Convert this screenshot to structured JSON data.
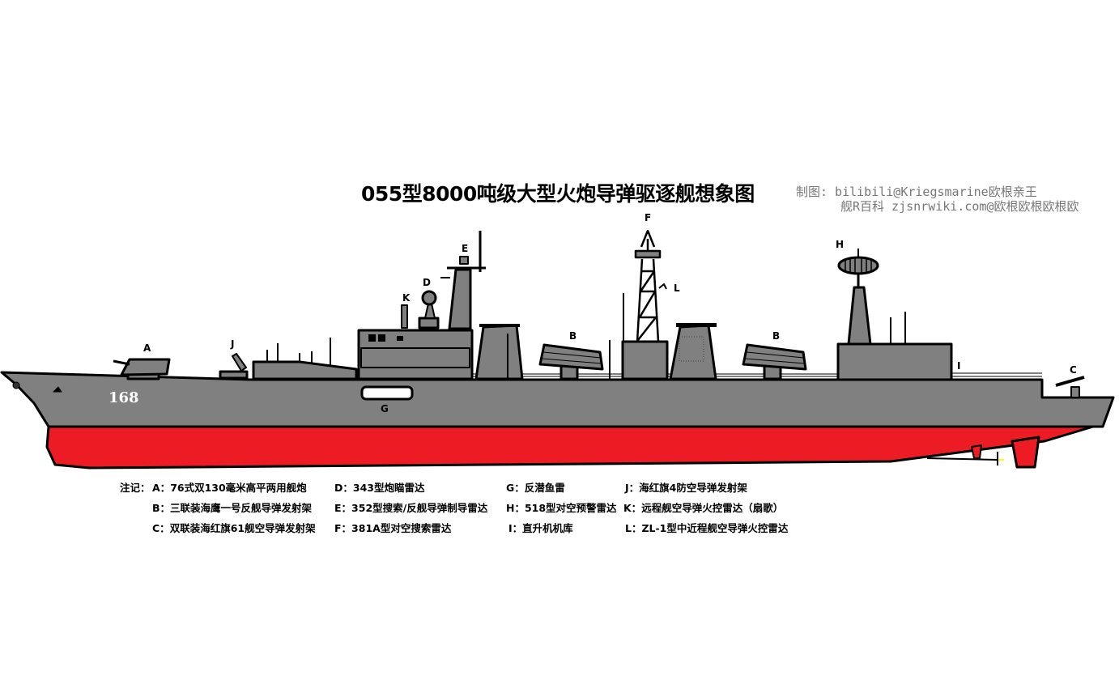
{
  "title": "055型8000吨级大型火炮导弹驱逐舰想象图",
  "credit": {
    "line1": "制图: bilibili@Kriegsmarine欧根亲王",
    "line2": "舰R百科 zjsnrwiki.com@欧根欧根欧根欧"
  },
  "hull_number": "168",
  "colors": {
    "hull": "#808080",
    "antifouling": "#ed1c24",
    "outline": "#000000"
  },
  "markers": {
    "A": "A",
    "B": "B",
    "C": "C",
    "D": "D",
    "E": "E",
    "F": "F",
    "G": "G",
    "H": "H",
    "I": "I",
    "J": "J",
    "K": "K",
    "L": "L"
  },
  "legend": {
    "prefix": "注记：",
    "items": [
      {
        "key": "A：",
        "text": "76式双130毫米高平两用舰炮"
      },
      {
        "key": "B：",
        "text": "三联装海鹰一号反舰导弹发射架"
      },
      {
        "key": "C：",
        "text": "双联装海红旗61舰空导弹发射架"
      },
      {
        "key": "D：",
        "text": "343型炮瞄雷达"
      },
      {
        "key": "E：",
        "text": "352型搜索/反舰导弹制导雷达"
      },
      {
        "key": "F：",
        "text": "381A型对空搜索雷达"
      },
      {
        "key": "G：",
        "text": "反潜鱼雷"
      },
      {
        "key": "H：",
        "text": "518型对空预警雷达"
      },
      {
        "key": "I：",
        "text": "直升机机库"
      },
      {
        "key": "J：",
        "text": "海红旗4防空导弹发射架"
      },
      {
        "key": "K：",
        "text": "远程舰空导弹火控雷达（扇歌）"
      },
      {
        "key": "L：",
        "text": "ZL-1型中近程舰空导弹火控雷达"
      }
    ]
  }
}
